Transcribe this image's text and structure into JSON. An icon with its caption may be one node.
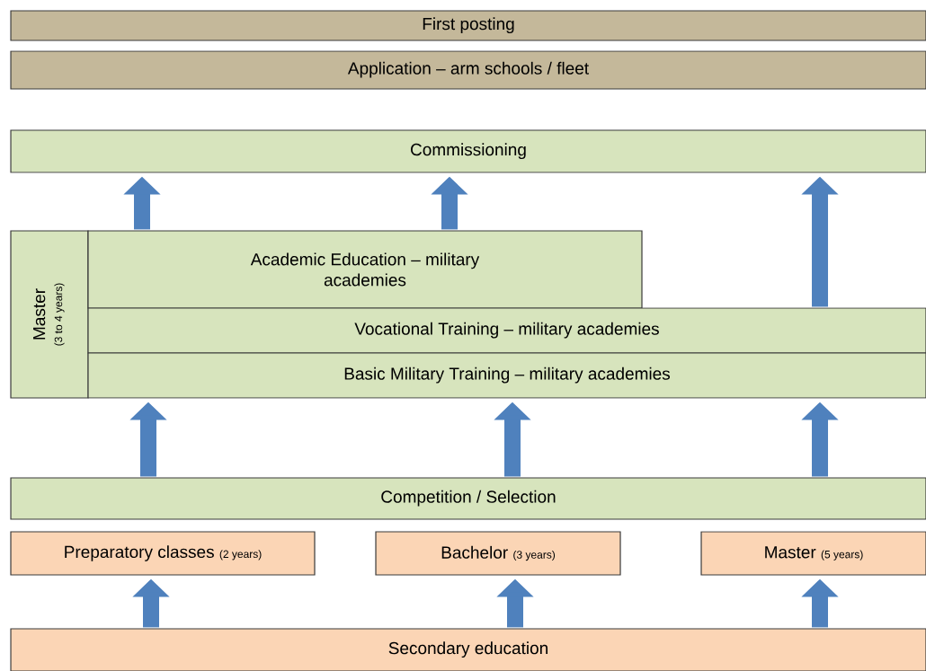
{
  "diagram": {
    "nodes": [
      {
        "text": [
          "First posting"
        ]
      },
      {
        "text": [
          "Application – arm schools / fleet"
        ]
      },
      {
        "text": [
          "Commissioning"
        ]
      },
      {
        "text": [
          "Master",
          "(3 to 4 years)"
        ]
      },
      {
        "text": [
          "Academic Education – military academies"
        ]
      },
      {
        "text": [
          "Vocational Training – military academies"
        ]
      },
      {
        "text": [
          "Basic Military Training – military academies"
        ]
      },
      {
        "text": [
          "Competition / Selection"
        ]
      },
      {
        "text": [
          "Preparatory classes",
          "(2 years)"
        ]
      },
      {
        "text": [
          "Bachelor",
          "(3 years)"
        ]
      },
      {
        "text": [
          "Master",
          "(5 years)"
        ]
      },
      {
        "text": [
          "Secondary education"
        ]
      }
    ],
    "edges": [
      {
        "from": 4,
        "to": 2,
        "arrow": "to"
      },
      {
        "from": 4,
        "to": 2,
        "arrow": "to"
      },
      {
        "from": 5,
        "to": 2,
        "arrow": "to"
      },
      {
        "from": 7,
        "to": 6,
        "arrow": "to"
      },
      {
        "from": 7,
        "to": 6,
        "arrow": "to"
      },
      {
        "from": 7,
        "to": 6,
        "arrow": "to"
      },
      {
        "from": 11,
        "to": 8,
        "arrow": "to"
      },
      {
        "from": 11,
        "to": 9,
        "arrow": "to"
      },
      {
        "from": 11,
        "to": 10,
        "arrow": "to"
      }
    ]
  }
}
